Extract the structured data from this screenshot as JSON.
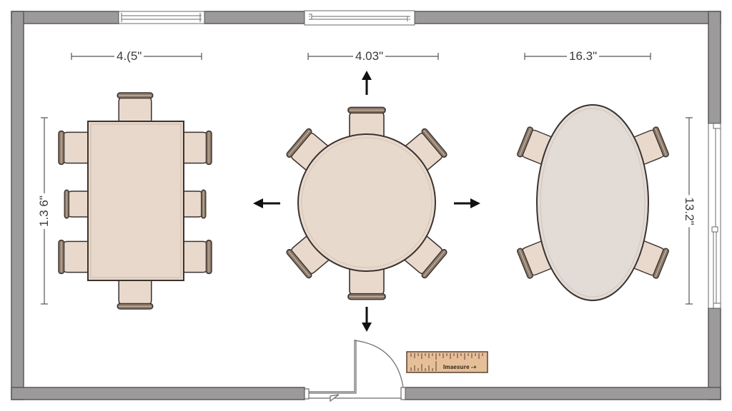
{
  "diagram": {
    "type": "floor-plan",
    "subject": "dining table layouts",
    "colors": {
      "wall_fill": "#9c9a9b",
      "wall_stroke": "#5a5a5a",
      "floor": "#ffffff",
      "table_rect_fill": "#e8d8cc",
      "table_round_fill": "#e8d9cd",
      "table_oval_fill": "#e3dbd5",
      "chair_fill": "#e9d9cc",
      "chair_back": "#8a7868",
      "outline": "#3a3330",
      "ruler_fill": "#e6bf98",
      "arrow": "#111111"
    },
    "dimensions": {
      "rect_width": "4.(5\"",
      "rect_height": "1.3 6\"",
      "round_width": "4.03\"",
      "oval_width": "16.3\"",
      "oval_height": "13.2\""
    },
    "tables": [
      {
        "shape": "rectangle",
        "chairs": 8
      },
      {
        "shape": "round",
        "chairs": 6
      },
      {
        "shape": "oval",
        "chairs": 4
      }
    ],
    "clearance_arrows": [
      "up",
      "down",
      "left",
      "right"
    ],
    "ruler": {
      "label": "Imaesure -+"
    },
    "openings": {
      "windows": [
        "top-left",
        "top-center",
        "right"
      ],
      "door": "bottom-center"
    }
  }
}
